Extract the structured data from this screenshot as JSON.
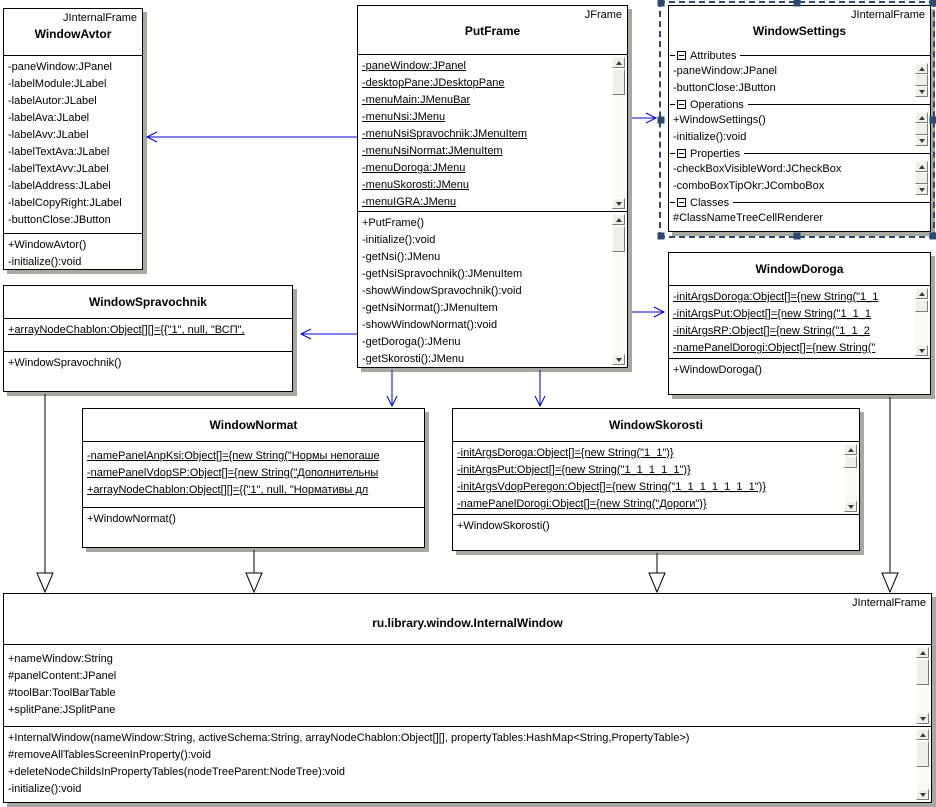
{
  "colors": {
    "arrow_blue": "#0000dd",
    "selection": "#2b4a73",
    "shadow": "#a8a8a0"
  },
  "classes": {
    "windowAvtor": {
      "stereotype": "JInternalFrame",
      "name": "WindowAvtor",
      "fields": [
        "-paneWindow:JPanel",
        "-labelModule:JLabel",
        "-labelAutor:JLabel",
        "-labelAva:JLabel",
        "-labelAvv:JLabel",
        "-labelTextAva:JLabel",
        "-labelTextAvv:JLabel",
        "-labelAddress:JLabel",
        "-labelCopyRight:JLabel",
        "-buttonClose:JButton"
      ],
      "methods": [
        "+WindowAvtor()",
        "-initialize():void"
      ]
    },
    "putFrame": {
      "stereotype": "JFrame",
      "name": "PutFrame",
      "fields": [
        "-paneWindow:JPanel",
        "-desktopPane:JDesktopPane",
        "-menuMain:JMenuBar",
        "-menuNsi:JMenu",
        "-menuNsiSpravochnik:JMenuItem",
        "-menuNsiNormat:JMenuItem",
        "-menuDoroga:JMenu",
        "-menuSkorosti:JMenu",
        "-menuIGRA:JMenu"
      ],
      "methods": [
        "+PutFrame()",
        "-initialize():void",
        "-getNsi():JMenu",
        "-getNsiSpravochnik():JMenuItem",
        "-showWindowSpravochnik():void",
        "-getNsiNormat():JMenuItem",
        "-showWindowNormat():void",
        "-getDoroga():JMenu",
        "-getSkorosti():JMenu"
      ]
    },
    "windowSettings": {
      "stereotype": "JInternalFrame",
      "name": "WindowSettings",
      "sections": [
        {
          "label": "Attributes",
          "items": [
            "-paneWindow:JPanel",
            "-buttonClose:JButton"
          ]
        },
        {
          "label": "Operations",
          "items": [
            "+WindowSettings()",
            "-initialize():void"
          ]
        },
        {
          "label": "Properties",
          "items": [
            "-checkBoxVisibleWord:JCheckBox",
            "-comboBoxTipOkr:JComboBox"
          ]
        },
        {
          "label": "Classes",
          "items": [
            "#ClassNameTreeCellRenderer"
          ]
        }
      ]
    },
    "windowDoroga": {
      "name": "WindowDoroga",
      "fields": [
        "-initArgsDoroga:Object[]={new String(\"1_1",
        "-initArgsPut:Object[]={new String(\"1_1_1",
        "-initArgsRP:Object[]={new String(\"1_1_2",
        "-namePanelDorogi:Object[]={new String(\""
      ],
      "methods": [
        "+WindowDoroga()"
      ]
    },
    "windowSpravochnik": {
      "name": "WindowSpravochnik",
      "fields": [
        "+arrayNodeChablon:Object[][]={{\"1\", null, \"ВСП\","
      ],
      "methods": [
        "+WindowSpravochnik()"
      ]
    },
    "windowNormat": {
      "name": "WindowNormat",
      "fields": [
        "-namePanelAnpKsi:Object[]={new String(\"Нормы непогаше",
        "-namePanelVdopSP:Object[]={new String(\"Дополнительны",
        "+arrayNodeChablon:Object[][]={{\"1\", null, \"Нормативы дл"
      ],
      "methods": [
        "+WindowNormat()"
      ]
    },
    "windowSkorosti": {
      "name": "WindowSkorosti",
      "fields": [
        "-initArgsDoroga:Object[]={new String(\"1_1\")}",
        "-initArgsPut:Object[]={new String(\"1_1_1_1_1\")}",
        "-initArgsVdopPeregon:Object[]={new String(\"1_1_1_1_1_1_1\")}",
        "-namePanelDorogi:Object[]={new String(\"Дороги\")}"
      ],
      "methods": [
        "+WindowSkorosti()"
      ]
    },
    "internalWindow": {
      "stereotype": "JInternalFrame",
      "name": "ru.library.window.InternalWindow",
      "fields": [
        "+nameWindow:String",
        "#panelContent:JPanel",
        "#toolBar:ToolBarTable",
        "+splitPane:JSplitPane"
      ],
      "methods": [
        "+InternalWindow(nameWindow:String, activeSchema:String, arrayNodeChablon:Object[][], propertyTables:HashMap<String,PropertyTable>)",
        "#removeAllTablesScreenInProperty():void",
        "+deleteNodeChildsInPropertyTables(nodeTreeParent:NodeTree):void",
        "-initialize():void"
      ]
    }
  }
}
